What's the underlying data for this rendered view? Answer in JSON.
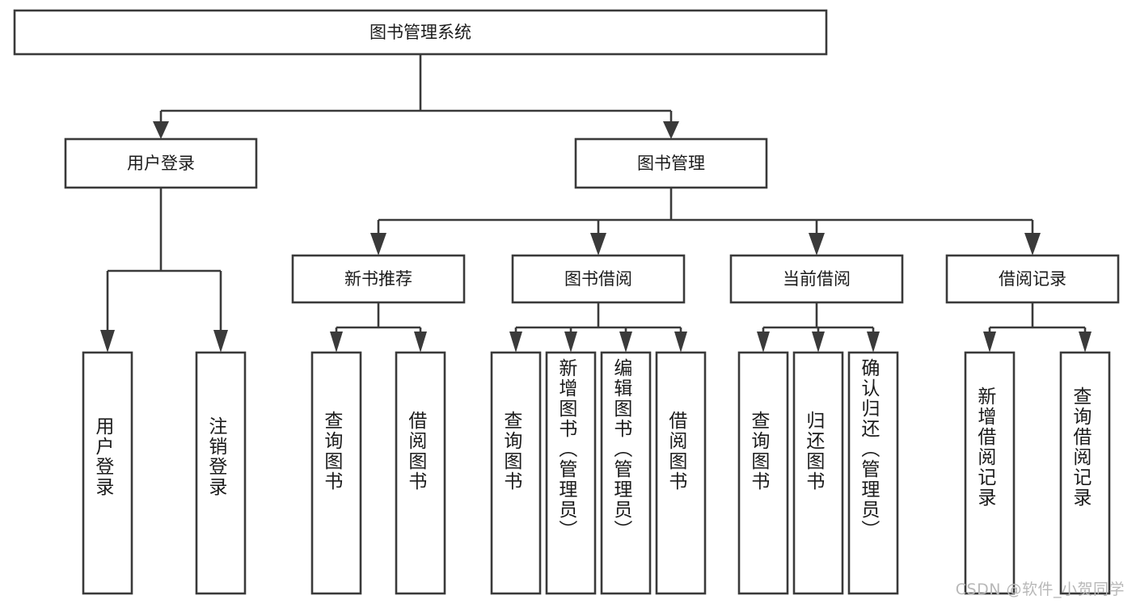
{
  "diagram": {
    "type": "tree",
    "orientation": "top-down",
    "title": "图书管理系统",
    "colors": {
      "box_stroke": "#3a3a3a",
      "box_fill": "#ffffff",
      "connector": "#3a3a3a",
      "text": "#1b1b1b",
      "background": "#ffffff",
      "watermark": "#b8b8b8"
    },
    "root": {
      "label": "图书管理系统"
    },
    "level2": [
      {
        "label": "用户登录"
      },
      {
        "label": "图书管理"
      }
    ],
    "level3": [
      {
        "label": "新书推荐"
      },
      {
        "label": "图书借阅"
      },
      {
        "label": "当前借阅"
      },
      {
        "label": "借阅记录"
      }
    ],
    "leaves": {
      "user_login": [
        {
          "label": "用户登录"
        },
        {
          "label": "注销登录"
        }
      ],
      "new_book_recommend": [
        {
          "label": "查询图书"
        },
        {
          "label": "借阅图书"
        }
      ],
      "book_borrow": [
        {
          "label": "查询图书"
        },
        {
          "label": "新增图书（管理员）"
        },
        {
          "label": "编辑图书（管理员）"
        },
        {
          "label": "借阅图书"
        }
      ],
      "current_borrow": [
        {
          "label": "查询图书"
        },
        {
          "label": "归还图书"
        },
        {
          "label": "确认归还（管理员）"
        }
      ],
      "borrow_record": [
        {
          "label": "新增借阅记录"
        },
        {
          "label": "查询借阅记录"
        }
      ]
    },
    "watermark": "CSDN @软件_小贺同学"
  }
}
